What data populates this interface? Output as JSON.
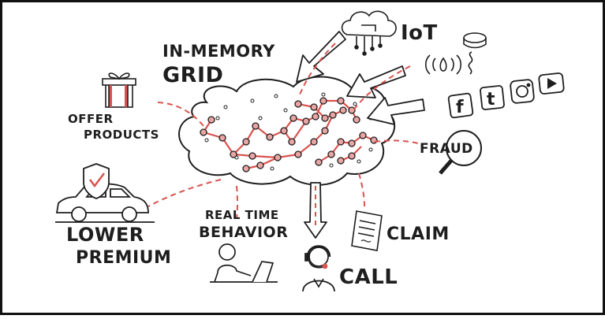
{
  "labels": {
    "iot": "IoT",
    "in_memory": "IN-MEMORY",
    "grid": "GRID",
    "offer": "OFFER",
    "products": "PRODUCTS",
    "fraud": "FRAUD",
    "lower": "LOWER",
    "premium": "PREMIUM",
    "real_time": "REAL TIME",
    "behavior": "BEHAVIOR",
    "claim": "CLAIM",
    "call": "CALL"
  },
  "social_icons": {
    "facebook": "f",
    "tumblr": "t"
  },
  "colors": {
    "accent": "#d9534f",
    "ink": "#1e1e1e",
    "node_fill": "#e8a5a3"
  },
  "icons": [
    "cloud-icon",
    "gift-icon",
    "car-icon",
    "shield-check-icon",
    "person-laptop-icon",
    "headset-agent-icon",
    "document-icon",
    "magnifier-icon",
    "smoke-detector-icon",
    "wifi-signal-icon",
    "facebook-icon",
    "tumblr-icon",
    "instagram-icon",
    "youtube-icon",
    "arrow-icon"
  ]
}
